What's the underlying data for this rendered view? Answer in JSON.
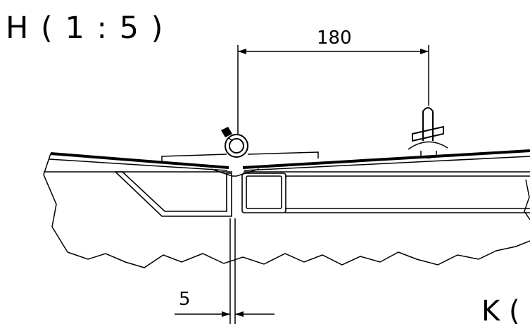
{
  "view": {
    "title": "H ( 1 : 5 )",
    "next_view_title": "K ("
  },
  "dimensions": {
    "top": "180",
    "bottom": "5"
  },
  "colors": {
    "line": "#000000",
    "background": "#ffffff"
  },
  "symbols": [
    "hinge-pin-icon",
    "latch-handle-icon",
    "break-line"
  ]
}
